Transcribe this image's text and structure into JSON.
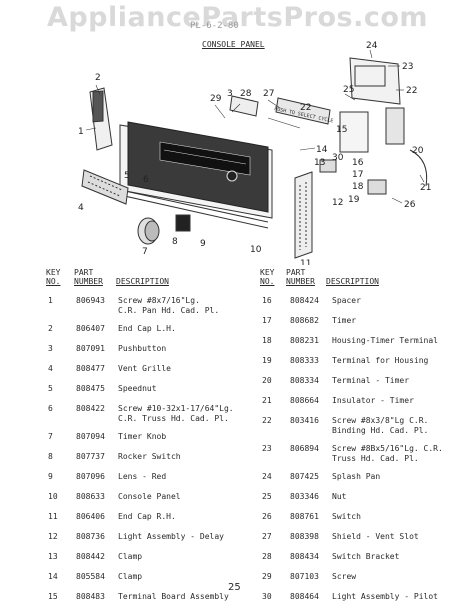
{
  "watermark": "AppliancePartsPros.com",
  "header_code": "PL-6-2-80",
  "title": "CONSOLE PANEL",
  "diagram": {
    "console_text": "PUSH TO SELECT CYCLE",
    "labels": [
      "1",
      "2",
      "3",
      "4",
      "5",
      "6",
      "7",
      "8",
      "9",
      "10",
      "11",
      "12",
      "13",
      "14",
      "15",
      "16",
      "17",
      "18",
      "19",
      "20",
      "21",
      "22",
      "23",
      "24",
      "25",
      "26",
      "27",
      "28",
      "29",
      "30"
    ]
  },
  "columns": {
    "key": "KEY",
    "no": "NO.",
    "part": "PART",
    "number": "NUMBER",
    "description": "DESCRIPTION"
  },
  "parts_left": [
    {
      "key": "1",
      "part": "806943",
      "desc": [
        "Screw #8x7/16\"Lg.",
        "C.R. Pan Hd. Cad. Pl."
      ]
    },
    {
      "key": "2",
      "part": "806407",
      "desc": [
        "End Cap L.H."
      ]
    },
    {
      "key": "3",
      "part": "807091",
      "desc": [
        "Pushbutton"
      ]
    },
    {
      "key": "4",
      "part": "808477",
      "desc": [
        "Vent Grille"
      ]
    },
    {
      "key": "5",
      "part": "808475",
      "desc": [
        "Speednut"
      ]
    },
    {
      "key": "6",
      "part": "808422",
      "desc": [
        "Screw #10-32x1-17/64\"Lg.",
        "C.R. Truss Hd. Cad. Pl."
      ]
    },
    {
      "key": "7",
      "part": "807094",
      "desc": [
        "Timer Knob"
      ]
    },
    {
      "key": "8",
      "part": "807737",
      "desc": [
        "Rocker Switch"
      ]
    },
    {
      "key": "9",
      "part": "807096",
      "desc": [
        "Lens - Red"
      ]
    },
    {
      "key": "10",
      "part": "808633",
      "desc": [
        "Console Panel"
      ]
    },
    {
      "key": "11",
      "part": "806406",
      "desc": [
        "End Cap R.H."
      ]
    },
    {
      "key": "12",
      "part": "808736",
      "desc": [
        "Light Assembly - Delay"
      ]
    },
    {
      "key": "13",
      "part": "808442",
      "desc": [
        "Clamp"
      ]
    },
    {
      "key": "14",
      "part": "805584",
      "desc": [
        "Clamp"
      ]
    },
    {
      "key": "15",
      "part": "808483",
      "desc": [
        "Terminal Board Assembly"
      ]
    }
  ],
  "parts_right": [
    {
      "key": "16",
      "part": "808424",
      "desc": [
        "Spacer"
      ]
    },
    {
      "key": "17",
      "part": "808682",
      "desc": [
        "Timer"
      ]
    },
    {
      "key": "18",
      "part": "808231",
      "desc": [
        "Housing-Timer Terminal"
      ]
    },
    {
      "key": "19",
      "part": "808333",
      "desc": [
        "Terminal for Housing"
      ]
    },
    {
      "key": "20",
      "part": "808334",
      "desc": [
        "Terminal - Timer"
      ]
    },
    {
      "key": "21",
      "part": "808664",
      "desc": [
        "Insulator - Timer"
      ]
    },
    {
      "key": "22",
      "part": "803416",
      "desc": [
        "Screw #8x3/8\"Lg C.R.",
        "Binding Hd. Cad. Pl."
      ]
    },
    {
      "key": "23",
      "part": "806894",
      "desc": [
        "Screw #8Bx5/16\"Lg. C.R.",
        "Truss Hd. Cad. Pl."
      ]
    },
    {
      "key": "24",
      "part": "807425",
      "desc": [
        "Splash Pan"
      ]
    },
    {
      "key": "25",
      "part": "803346",
      "desc": [
        "Nut"
      ]
    },
    {
      "key": "26",
      "part": "808761",
      "desc": [
        "Switch"
      ]
    },
    {
      "key": "27",
      "part": "808398",
      "desc": [
        "Shield - Vent Slot"
      ]
    },
    {
      "key": "28",
      "part": "808434",
      "desc": [
        "Switch Bracket"
      ]
    },
    {
      "key": "29",
      "part": "807103",
      "desc": [
        "Screw"
      ]
    },
    {
      "key": "30",
      "part": "808464",
      "desc": [
        "Light Assembly - Pilot"
      ]
    }
  ],
  "page_number": "25"
}
